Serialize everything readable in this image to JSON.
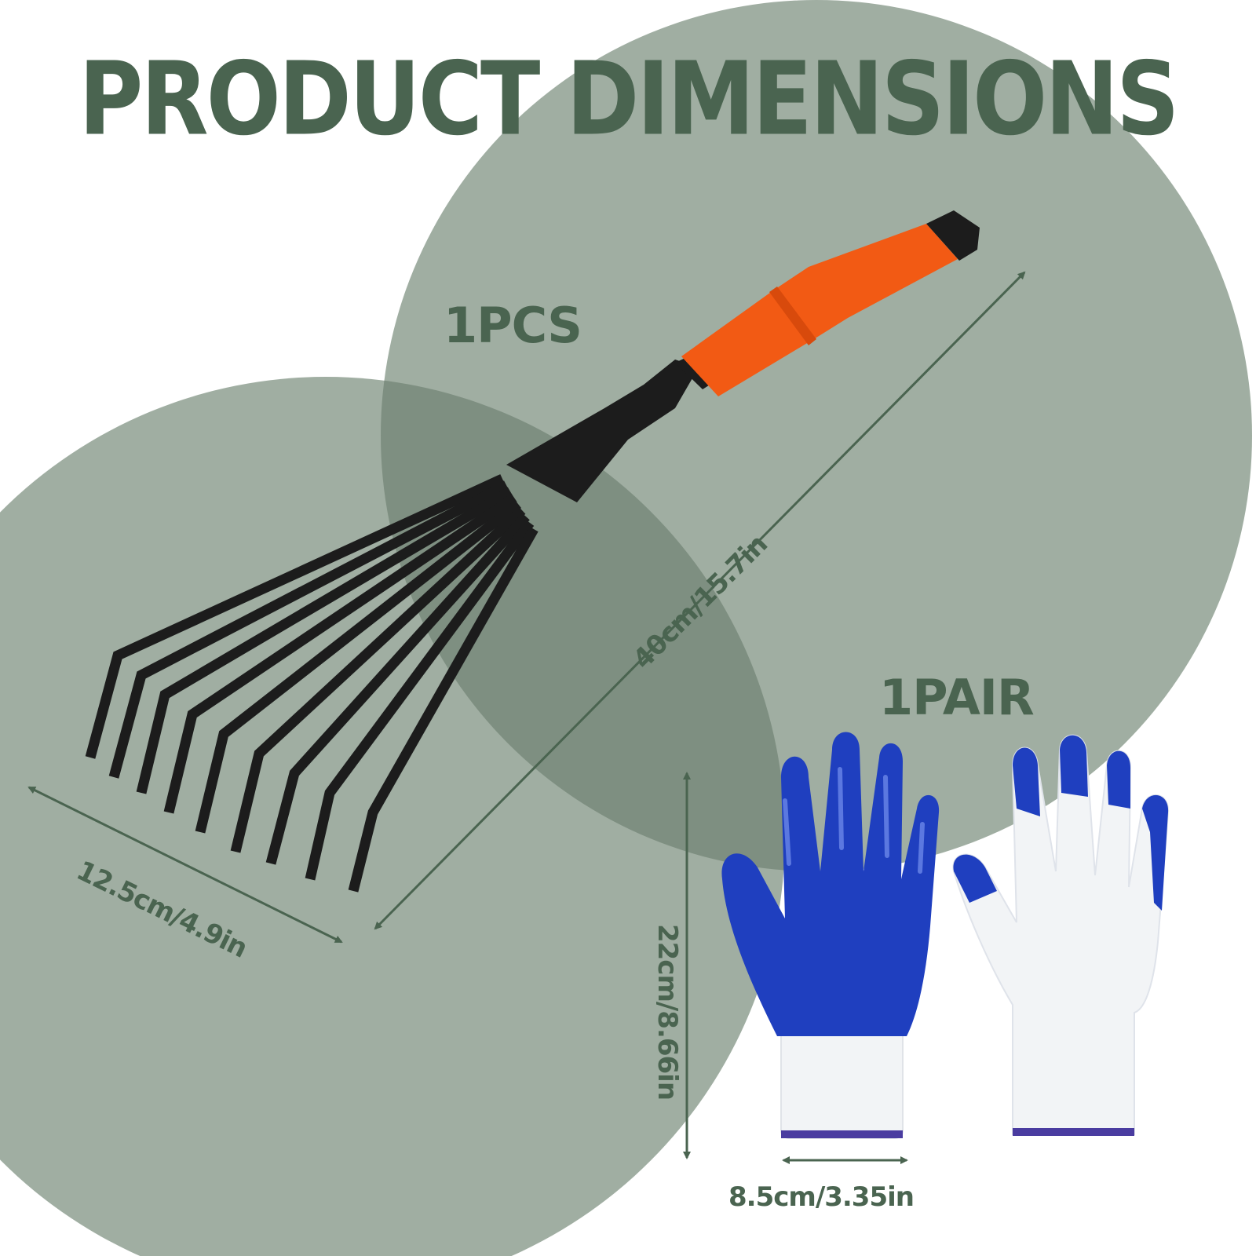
{
  "heading": "PRODUCT DIMENSIONS",
  "rake": {
    "quantity": "1PCS",
    "length": "40cm/15.7in",
    "head_width": "12.5cm/4.9in"
  },
  "gloves": {
    "quantity": "1PAIR",
    "height": "22cm/8.66in",
    "width": "8.5cm/3.35in"
  },
  "colors": {
    "background_circle": "#a0aea2",
    "overlap": "#7e8f81",
    "text": "#4a6450",
    "handle": "#f25a14",
    "glove_coating": "#1f3fbf",
    "rake_metal": "#1c1c1c"
  }
}
